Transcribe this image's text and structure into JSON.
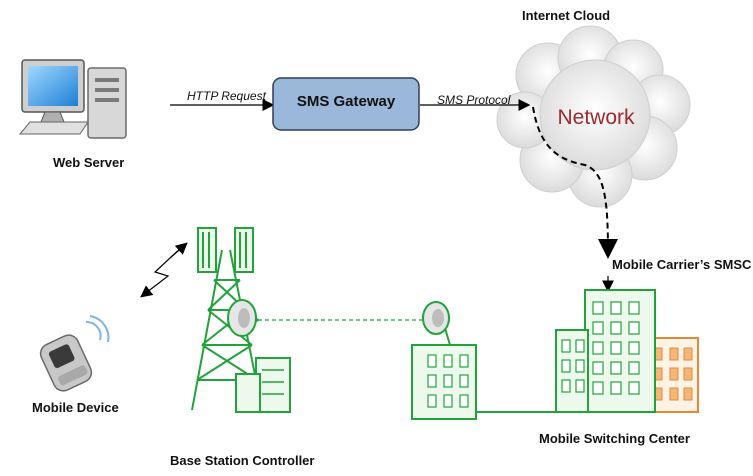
{
  "title": "Internet Cloud",
  "gateway": {
    "label": "SMS Gateway"
  },
  "cloud": {
    "label": "Network"
  },
  "edges": {
    "http": "HTTP Request",
    "sms": "SMS Protocol"
  },
  "nodes": {
    "web_server": "Web Server",
    "mobile_device": "Mobile Device",
    "bsc": "Base Station Controller",
    "msc": "Mobile Switching Center",
    "smsc": "Mobile Carrier’s SMSC"
  },
  "colors": {
    "gateway_fill": "#9bb7d9",
    "gateway_stroke": "#2f3e57",
    "network_text": "#9c2a2e",
    "tower_green": "#22a33a",
    "building_light": "#eef9ee",
    "building_orange": "#e08a3a"
  }
}
